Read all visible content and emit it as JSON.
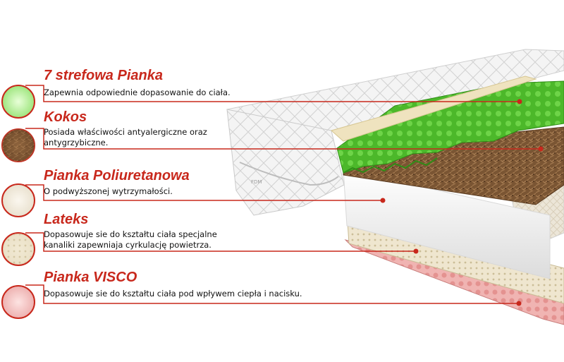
{
  "brand": "FDM",
  "colors": {
    "accent_red": "#c8281c",
    "green_foam": "#4cb82a",
    "coconut": "#7a5533",
    "latex": "#efe6cf",
    "visco": "#e39a98"
  },
  "layers": [
    {
      "title": "7 strefowa Pianka",
      "description": "Zapewnia odpowiednie dopasowanie do ciała.",
      "swatch": "green-foam"
    },
    {
      "title": "Kokos",
      "description": "Posiada właściwości antyalergiczne oraz antygrzybiczne.",
      "swatch": "coconut-fiber"
    },
    {
      "title": "Pianka Poliuretanowa",
      "description": "O podwyższonej wytrzymałości.",
      "swatch": "pu-foam"
    },
    {
      "title": "Lateks",
      "description": "Dopasowuje sie do kształtu ciała specjalne kanaliki zapewniaja cyrkulację powietrza.",
      "swatch": "latex"
    },
    {
      "title": "Pianka VISCO",
      "description": "Dopasowuje sie do kształtu ciała pod wpływem ciepła i nacisku.",
      "swatch": "visco-foam"
    }
  ]
}
